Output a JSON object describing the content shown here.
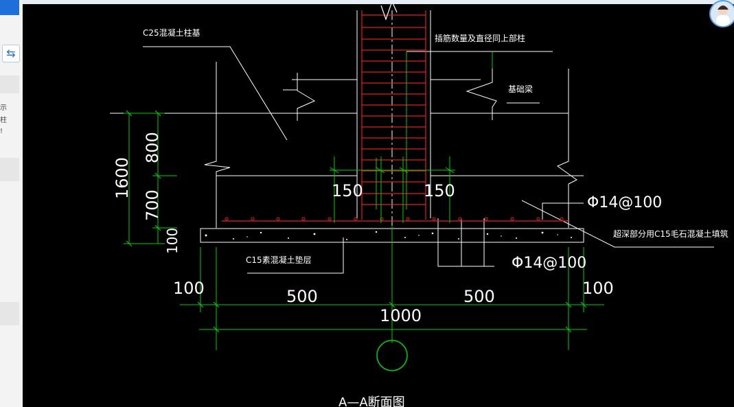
{
  "sidebar": {
    "sync_icon": "sync-icon",
    "text_lines": [
      "示",
      "柱",
      "!"
    ]
  },
  "drawing": {
    "title": "A—A断面图",
    "labels": {
      "column_base": "C25混凝土柱基",
      "rebar_note": "插筋数量及直径同上部柱",
      "foundation_beam": "基础梁",
      "rebar_top": "Φ14@100",
      "fill_note": "超深部分用C15毛石混凝土填筑",
      "cushion": "C15素混凝土垫层",
      "rebar_bottom": "Φ14@100"
    },
    "dims": {
      "total_height": "1600",
      "upper_height": "800",
      "lower_height": "700",
      "cushion_thickness": "100",
      "col_offset_left": "150",
      "col_offset_right": "150",
      "edge_left": "100",
      "half_left": "500",
      "half_right": "500",
      "edge_right": "100",
      "width_total": "1000"
    }
  },
  "colors": {
    "background": "#000000",
    "lines": "#ffffff",
    "rebar": "#e02020",
    "dimensions": "#00d000"
  }
}
